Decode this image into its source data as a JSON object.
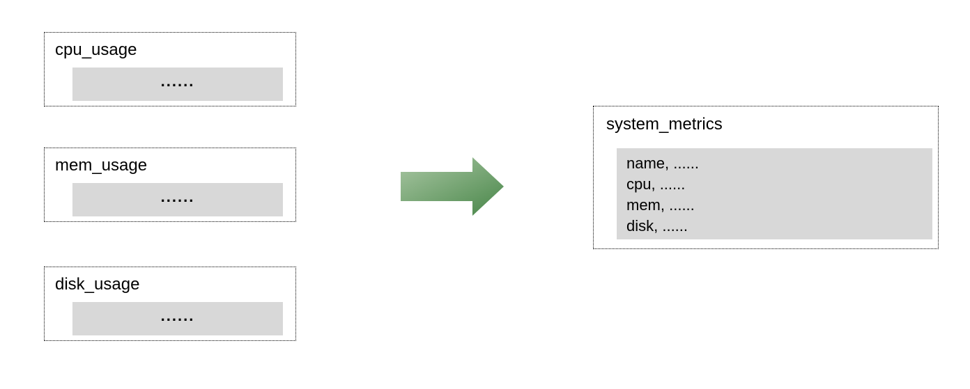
{
  "diagram": {
    "source_tables": [
      {
        "title": "cpu_usage",
        "placeholder": "......"
      },
      {
        "title": "mem_usage",
        "placeholder": "......"
      },
      {
        "title": "disk_usage",
        "placeholder": "......"
      }
    ],
    "arrow": {
      "direction": "right",
      "gradient_from": "#aac7a4",
      "gradient_to": "#4e8a4e"
    },
    "result_table": {
      "title": "system_metrics",
      "fields": [
        "name, ......",
        "cpu, ......",
        "mem, ......",
        "disk, ......"
      ]
    },
    "colors": {
      "panel_fill": "#d8d8d8",
      "border": "#000000",
      "background": "#ffffff"
    }
  }
}
